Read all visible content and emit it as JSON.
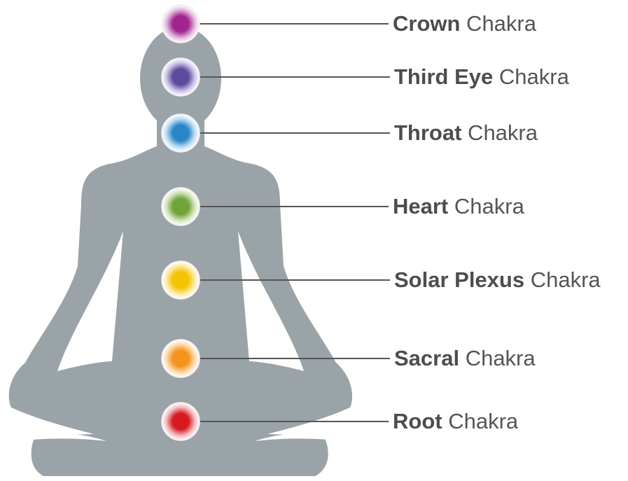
{
  "suffix": "Chakra",
  "body_color": "#9aa3a8",
  "line_color": "#555555",
  "chakras": [
    {
      "name": "Crown",
      "color": "#a0268e",
      "halo": "#e2b6dc"
    },
    {
      "name": "Third Eye",
      "color": "#5b4a9e",
      "halo": "#cbc3e6"
    },
    {
      "name": "Throat",
      "color": "#2b86c8",
      "halo": "#bcdcf2"
    },
    {
      "name": "Heart",
      "color": "#72a33a",
      "halo": "#d2e6bd"
    },
    {
      "name": "Solar Plexus",
      "color": "#f5c400",
      "halo": "#fbeaa6"
    },
    {
      "name": "Sacral",
      "color": "#f5931f",
      "halo": "#fbdcae"
    },
    {
      "name": "Root",
      "color": "#d71920",
      "halo": "#f3b8bd"
    }
  ]
}
